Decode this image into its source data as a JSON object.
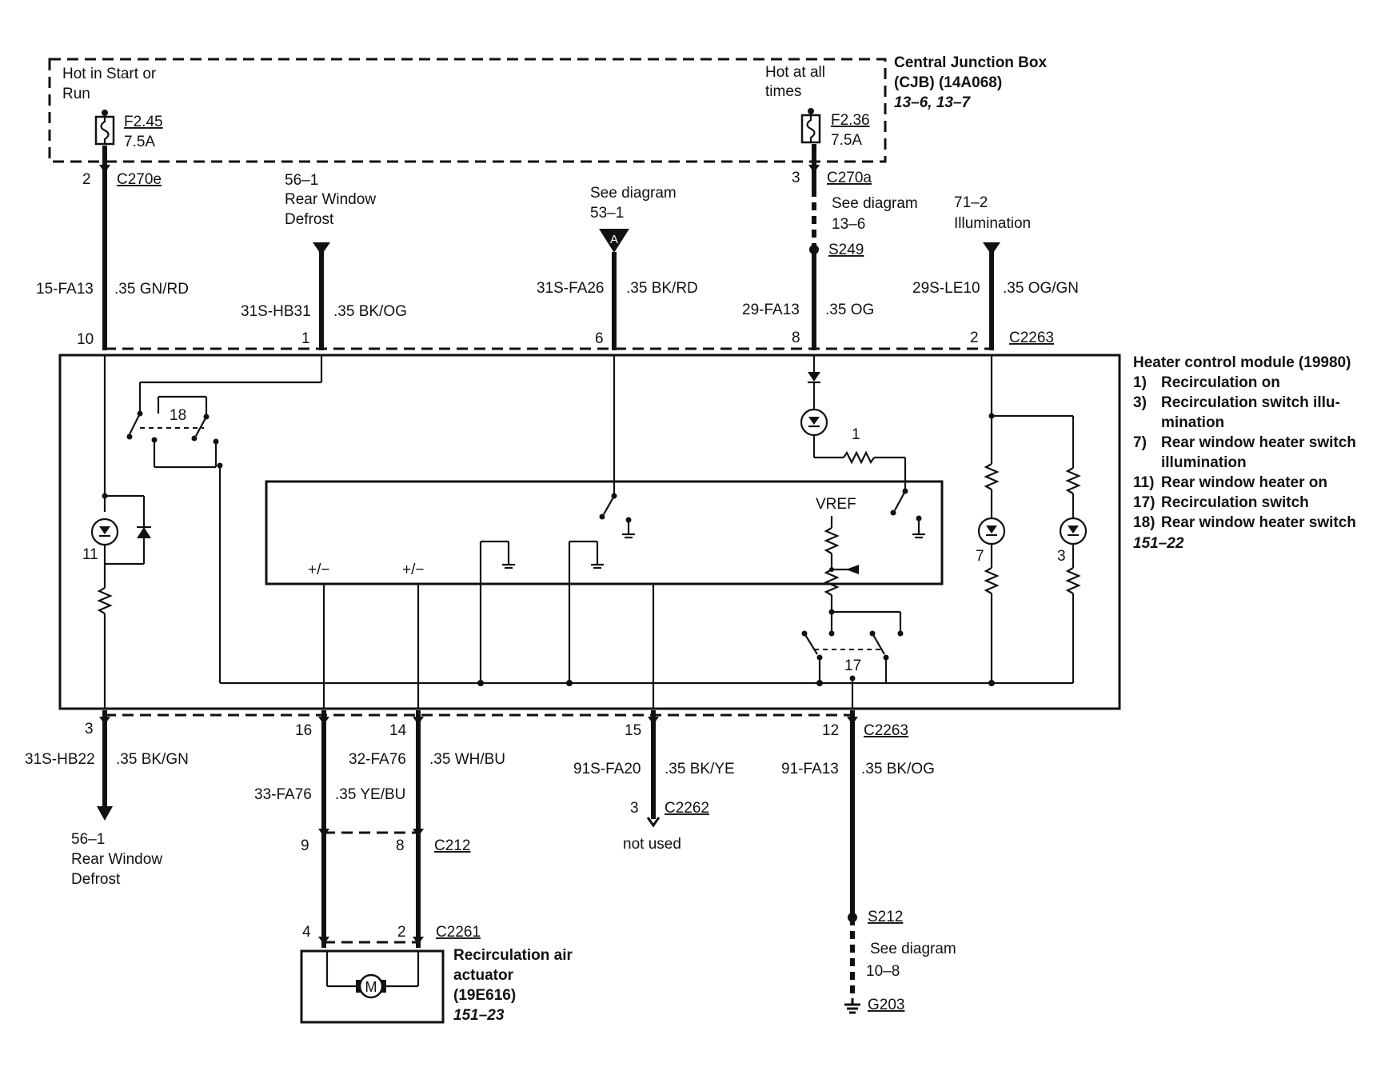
{
  "cjb": {
    "title_line1": "Central Junction Box",
    "title_line2": "(CJB) (14A068)",
    "ref": "13–6, 13–7",
    "left_power_line1": "Hot in Start or",
    "left_power_line2": "Run",
    "right_power_line1": "Hot at all",
    "right_power_line2": "times",
    "fuse_left_id": "F2.45",
    "fuse_left_rating": "7.5A",
    "fuse_right_id": "F2.36",
    "fuse_right_rating": "7.5A"
  },
  "top_wires": {
    "w1": {
      "pin_top": "2",
      "connector_top": "C270e",
      "circuit": "15-FA13",
      "gauge_color": ".35 GN/RD",
      "pin_module": "10"
    },
    "w2": {
      "ref_line1": "56–1",
      "ref_line2": "Rear Window",
      "ref_line3": "Defrost",
      "circuit": "31S-HB31",
      "gauge_color": ".35 BK/OG",
      "pin_module": "1"
    },
    "w3": {
      "ref_line1": "See diagram",
      "ref_line2": "53–1",
      "marker": "A",
      "circuit": "31S-FA26",
      "gauge_color": ".35 BK/RD",
      "pin_module": "6"
    },
    "w4": {
      "pin_top": "3",
      "connector_top": "C270a",
      "ref_line1": "See diagram",
      "ref_line2": "13–6",
      "splice": "S249",
      "circuit": "29-FA13",
      "gauge_color": ".35 OG",
      "pin_module": "8"
    },
    "w5": {
      "ref_line1": "71–2",
      "ref_line2": "Illumination",
      "circuit": "29S-LE10",
      "gauge_color": ".35 OG/GN",
      "pin_module": "2",
      "connector": "C2263"
    }
  },
  "module": {
    "title": "Heater control module (19980)",
    "legend": [
      {
        "num": "1)",
        "text": "Recirculation on"
      },
      {
        "num": "3)",
        "text": "Recirculation switch illu-"
      },
      {
        "num": "",
        "text": "mination"
      },
      {
        "num": "7)",
        "text": "Rear window heater switch"
      },
      {
        "num": "",
        "text": "illumination"
      },
      {
        "num": "11)",
        "text": "Rear window heater on"
      },
      {
        "num": "17)",
        "text": "Recirculation switch"
      },
      {
        "num": "18)",
        "text": "Rear window heater switch"
      }
    ],
    "ref": "151–22",
    "vref": "VREF",
    "pm1": "+/−",
    "pm2": "+/−",
    "sw18": "18",
    "sw17": "17",
    "led11": "11",
    "led1": "1",
    "led7": "7",
    "led3": "3"
  },
  "bottom_wires": {
    "b1": {
      "pin_module": "3",
      "circuit": "31S-HB22",
      "gauge_color": ".35 BK/GN",
      "ref_line1": "56–1",
      "ref_line2": "Rear Window",
      "ref_line3": "Defrost"
    },
    "b2": {
      "pin_module": "16",
      "circuit": "33-FA76",
      "gauge_color": ".35 YE/BU",
      "pin_c212": "9",
      "pin_c2261": "4"
    },
    "b3": {
      "pin_module": "14",
      "circuit": "32-FA76",
      "gauge_color": ".35 WH/BU",
      "pin_c212": "8",
      "connector_c212": "C212",
      "pin_c2261": "2",
      "connector_c2261": "C2261"
    },
    "b4": {
      "pin_module": "15",
      "circuit": "91S-FA20",
      "gauge_color": ".35 BK/YE",
      "pin_end": "3",
      "connector_end": "C2262",
      "note": "not used"
    },
    "b5": {
      "pin_module": "12",
      "connector": "C2263",
      "circuit": "91-FA13",
      "gauge_color": ".35 BK/OG",
      "splice": "S212",
      "ref_line1": "See diagram",
      "ref_line2": "10–8",
      "ground": "G203"
    }
  },
  "actuator": {
    "line1": "Recirculation air",
    "line2": "actuator",
    "line3": "(19E616)",
    "ref": "151–23",
    "motor_symbol": "M"
  }
}
